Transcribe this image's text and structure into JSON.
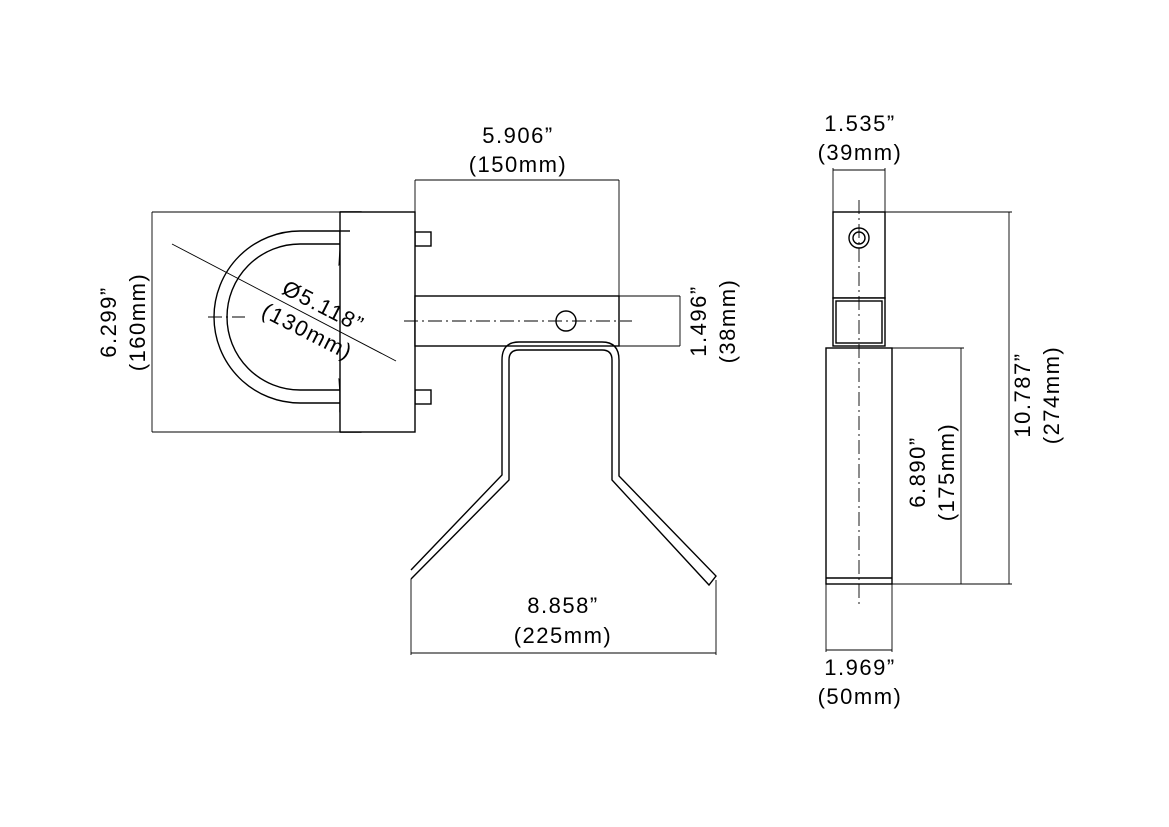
{
  "dimensions": {
    "arm_length": {
      "inch": "5.906”",
      "mm": "(150mm)"
    },
    "clamp_height": {
      "inch": "6.299”",
      "mm": "(160mm)"
    },
    "pole_diameter": {
      "inch": "Ø5.118”",
      "mm": "(130mm)"
    },
    "arm_height": {
      "inch": "1.496”",
      "mm": "(38mm)"
    },
    "fork_width": {
      "inch": "8.858”",
      "mm": "(225mm)"
    },
    "side_top_width": {
      "inch": "1.535”",
      "mm": "(39mm)"
    },
    "side_bottom_width": {
      "inch": "1.969”",
      "mm": "(50mm)"
    },
    "side_lower_height": {
      "inch": "6.890”",
      "mm": "(175mm)"
    },
    "side_total_height": {
      "inch": "10.787”",
      "mm": "(274mm)"
    }
  }
}
